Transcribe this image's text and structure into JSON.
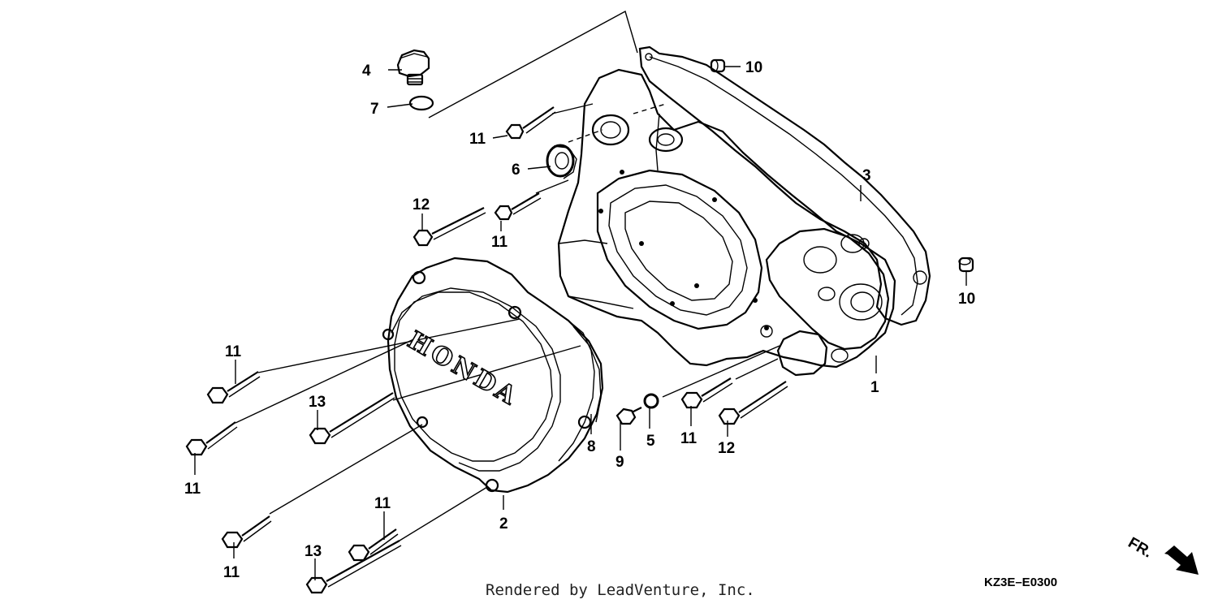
{
  "diagram": {
    "callouts": {
      "c4": "4",
      "c7": "7",
      "c11_top": "11",
      "c6": "6",
      "c12_left": "12",
      "c11_mid": "11",
      "c10_top": "10",
      "c3": "3",
      "c10_right": "10",
      "c1": "1",
      "c11_left_upper": "11",
      "c13_upper": "13",
      "c11_left_lower": "11",
      "c8": "8",
      "c9": "9",
      "c5": "5",
      "c11_center": "11",
      "c12_right": "12",
      "c2": "2",
      "c11_bottom_mid": "11",
      "c13_lower": "13",
      "c11_bottom_left": "11"
    },
    "logo_text": "HONDA",
    "direction_marker": "FR.",
    "part_code": "KZ3E–E0300"
  },
  "footer": {
    "credit": "Rendered by LeadVenture, Inc."
  }
}
